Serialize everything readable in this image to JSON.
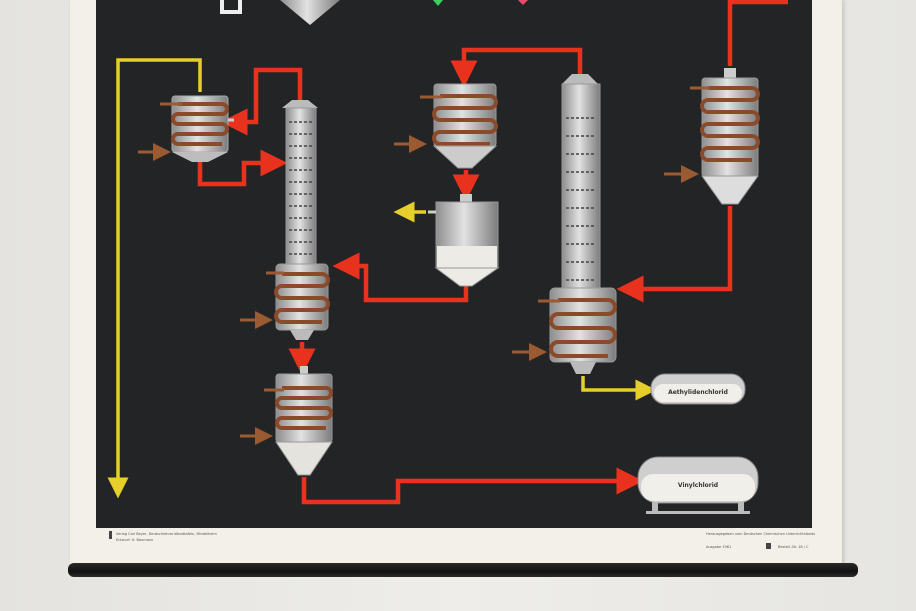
{
  "diagram": {
    "tanks": {
      "ethylene_chloride": "Aethylidenchlorid",
      "vinyl_chloride": "Vinylchlorid"
    },
    "footer": {
      "left_line1": "Verlag Carl Beyer, Deutschlehrer-Wandtafeln, Mindelheim",
      "left_line2": "Entwurf: H. Baumann",
      "right_line1": "Herausgegeben vom Deutschen Chemischen Unterrichtsfonds",
      "right_mid": "Ausgabe 1961",
      "right_end": "Bestell.-Nr. 18 / C"
    },
    "colors": {
      "board": "#232426",
      "hot_flow": "#e8321e",
      "yellow_flow": "#e6cf2a",
      "coil": "#8b4a2a",
      "vessel": "#cfcfcf"
    }
  }
}
